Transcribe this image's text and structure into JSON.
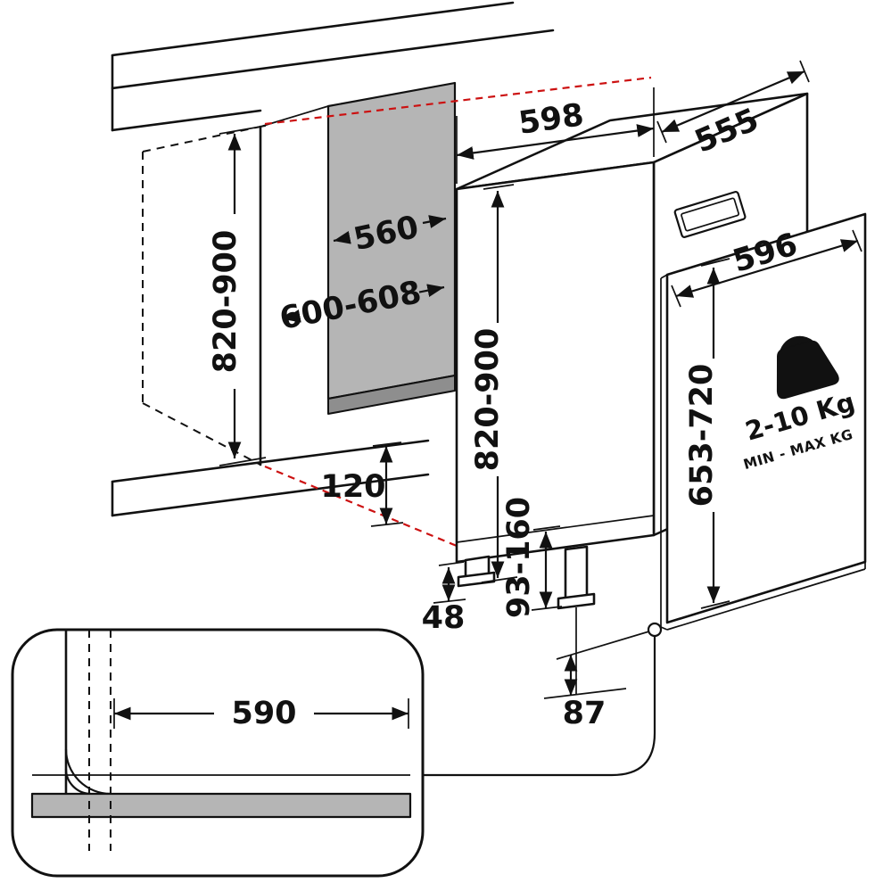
{
  "diagram": {
    "type": "installation-dimension-drawing",
    "dimension_labels": {
      "appliance_width": "598",
      "appliance_depth": "555",
      "niche_depth": "560",
      "niche_width": "600-608",
      "niche_height": "820-900",
      "appliance_height": "820-900",
      "door_width": "596",
      "door_height": "653-720",
      "base_clearance": "120",
      "foot_offset": "48",
      "plinth_height": "93-160",
      "floor_clearance": "87",
      "plinth_cutout_width": "590"
    },
    "door_weight": {
      "range": "2-10 Kg",
      "caption": "MIN - MAX KG"
    },
    "colors": {
      "line": "#111111",
      "projection_red": "#cc1111",
      "gray_fill": "#b5b5b5"
    }
  }
}
